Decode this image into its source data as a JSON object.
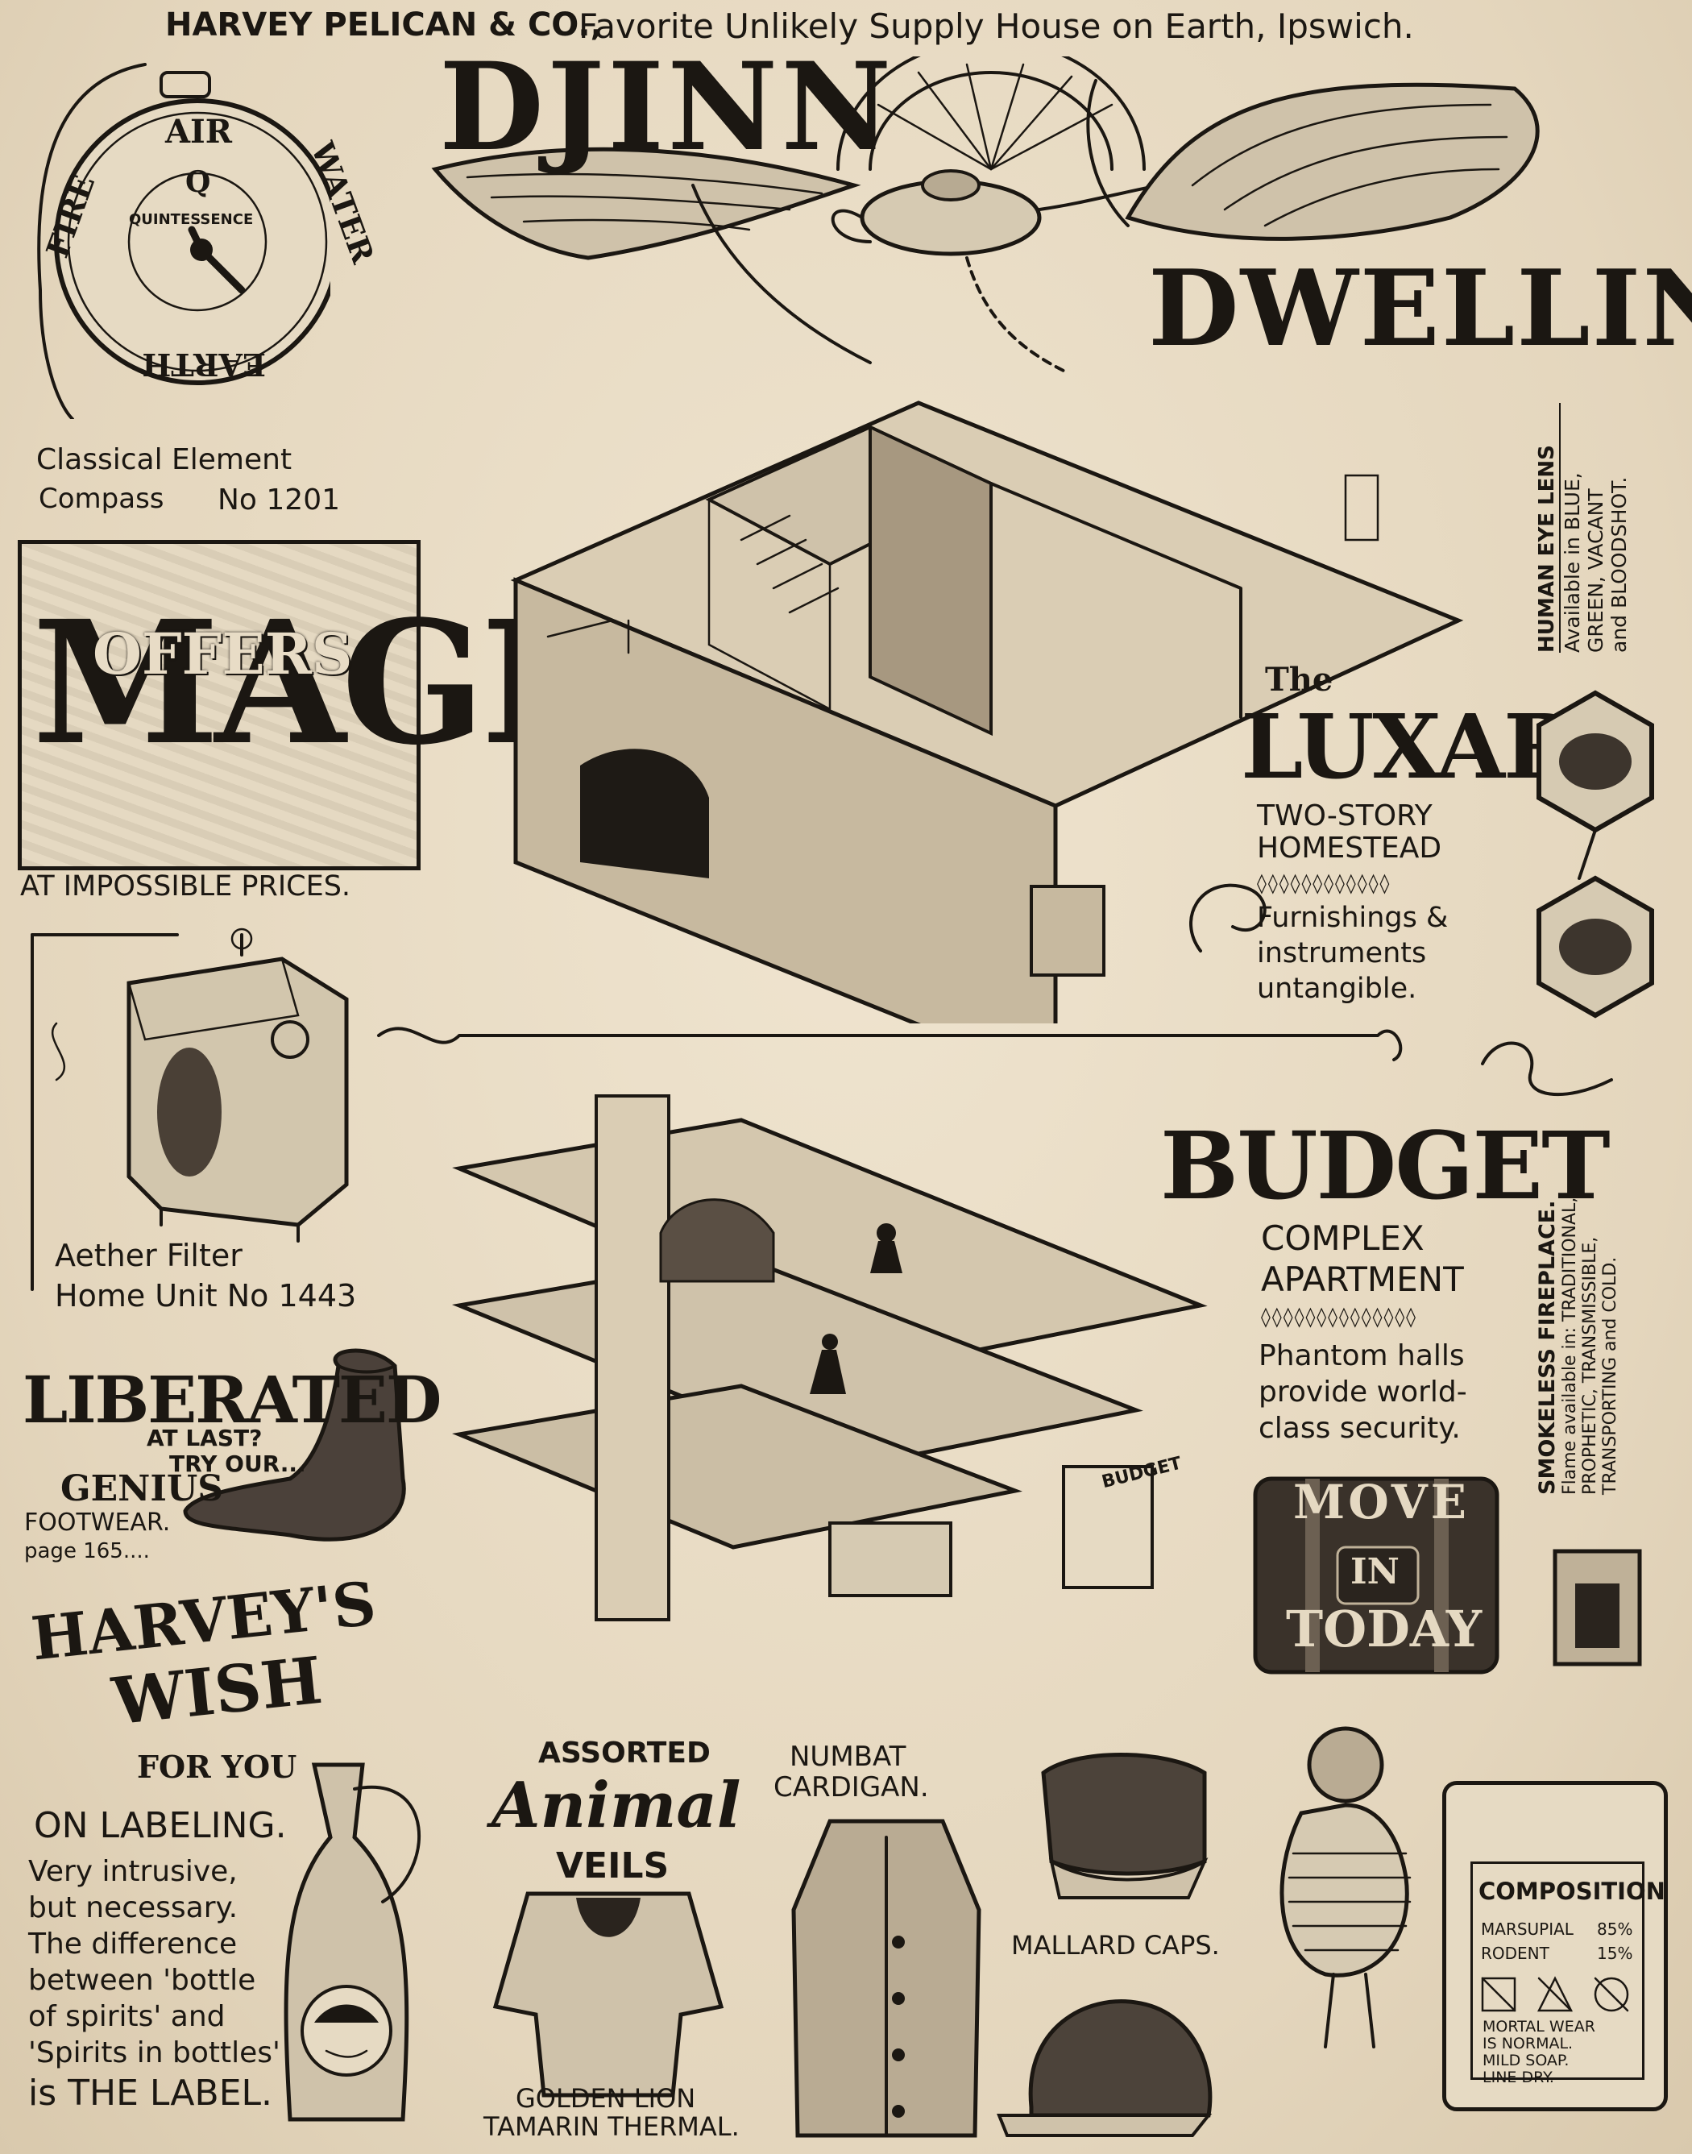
{
  "header": {
    "company": "HARVEY PELICAN & CO.,",
    "tagline": "Favorite Unlikely Supply House on Earth, Ipswich."
  },
  "title": {
    "line1": "DJINN",
    "line2": "DWELLING"
  },
  "compass": {
    "top": "AIR",
    "left": "FIRE",
    "right": "WATER",
    "bottom": "EARTH",
    "center_letter": "Q",
    "center_word": "QUINTESSENCE",
    "caption_line1": "Classical Element",
    "caption_line2": "Compass",
    "number": "No 1201"
  },
  "magic": {
    "word": "MAGIC",
    "offers": "OFFERS",
    "caption": "AT IMPOSSIBLE PRICES."
  },
  "aether": {
    "line1": "Aether Filter",
    "line2": "Home Unit No 1443"
  },
  "liberated": {
    "headline": "LIBERATED",
    "line1": "AT LAST?",
    "line2": "TRY OUR...",
    "brand": "GENIUS",
    "product": "FOOTWEAR.",
    "page": "page 165...."
  },
  "harveys_wish": {
    "line1": "HARVEY'S",
    "line2": "WISH",
    "line3": "FOR YOU",
    "subhead": "ON LABELING.",
    "body": [
      "Very intrusive,",
      "but necessary.",
      "The difference",
      "between 'bottle",
      "of spirits' and",
      "'Spirits in bottles'",
      "is THE LABEL."
    ]
  },
  "luxar": {
    "the": "The",
    "name": "LUXAR",
    "sub1": "TWO-STORY",
    "sub2": "HOMESTEAD",
    "divider": "◊◊◊◊◊◊◊◊◊◊◊◊",
    "body": [
      "Furnishings &",
      "instruments",
      "untangible."
    ]
  },
  "eye_lens": {
    "line1": "HUMAN EYE LENS",
    "line2": "Available in BLUE,",
    "line3": "GREEN, VACANT",
    "line4": "and BLOODSHOT."
  },
  "budget": {
    "name": "BUDGET",
    "sub1": "COMPLEX",
    "sub2": "APARTMENT",
    "divider": "◊◊◊◊◊◊◊◊◊◊◊◊◊◊",
    "body": [
      "Phantom halls",
      "provide world-",
      "class security."
    ],
    "sign": "BUDGET"
  },
  "fireplace": {
    "line1": "SMOKELESS FIREPLACE.",
    "line2": "Flame available in: TRADITIONAL,",
    "line3": "PROPHETIC, TRANSMISSIBLE,",
    "line4": "TRANSPORTING and COLD."
  },
  "move_in": {
    "line1": "MOVE",
    "line2": "IN",
    "line3": "TODAY"
  },
  "veils": {
    "line1": "ASSORTED",
    "line2": "Animal",
    "line3": "VEILS"
  },
  "items": {
    "numbat_line1": "NUMBAT",
    "numbat_line2": "CARDIGAN.",
    "tamarin_line1": "GOLDEN LION",
    "tamarin_line2": "TAMARIN THERMAL.",
    "mallard": "MALLARD CAPS."
  },
  "composition": {
    "title": "COMPOSITION",
    "row1_label": "MARSUPIAL",
    "row1_value": "85%",
    "row2_label": "RODENT",
    "row2_value": "15%",
    "note": [
      "MORTAL WEAR",
      "IS NORMAL.",
      "MILD SOAP.",
      "LINE DRY."
    ]
  }
}
